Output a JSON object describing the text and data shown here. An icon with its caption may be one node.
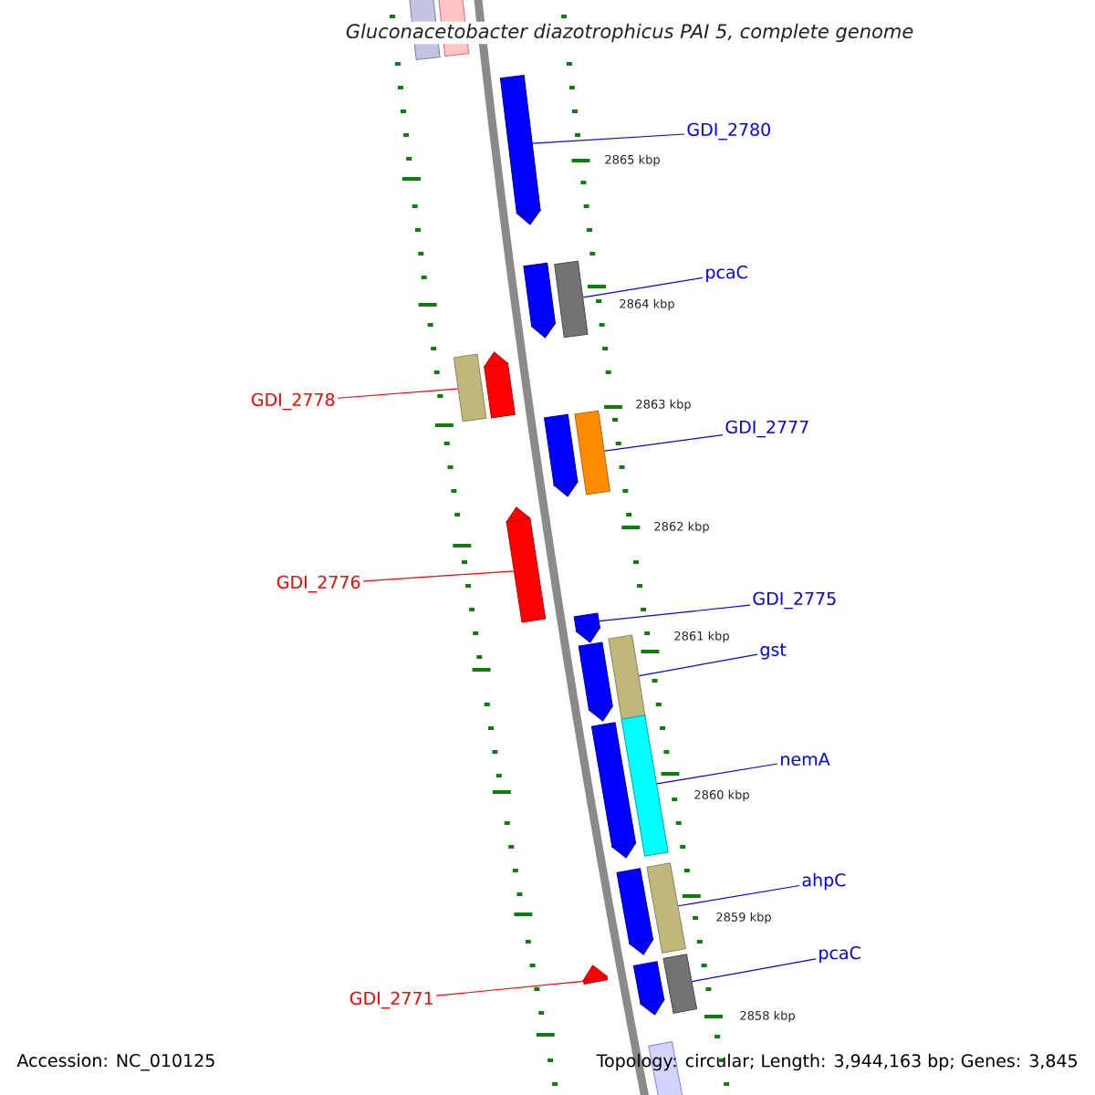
{
  "diagram": {
    "title": "Gluconacetobacter diazotrophicus PAI 5, complete genome",
    "nodes": [
      {
        "text": [],
        "shape": "bar"
      },
      {
        "text": [],
        "shape": "bar"
      },
      {
        "text": [],
        "shape": "bar"
      },
      {
        "text": [],
        "shape": "bar"
      },
      {
        "text": [],
        "shape": "bar"
      },
      {
        "text": [],
        "shape": "bar"
      },
      {
        "text": [],
        "shape": "bar"
      },
      {
        "text": [],
        "shape": "bar"
      },
      {
        "text": [],
        "shape": "bar"
      },
      {
        "text": [],
        "shape": "bar"
      },
      {
        "text": [],
        "shape": "bar"
      },
      {
        "text": [],
        "shape": "bar"
      },
      {
        "text": [],
        "shape": "bar"
      },
      {
        "text": [],
        "shape": "bar"
      },
      {
        "text": [],
        "shape": "bar"
      },
      {
        "text": [],
        "shape": "bar"
      },
      {
        "text": [],
        "shape": "bar"
      },
      {
        "text": [],
        "shape": "bar"
      },
      {
        "text": [],
        "shape": "bar"
      },
      {
        "text": [],
        "shape": "bar"
      },
      {
        "text": [],
        "shape": "bar"
      },
      {
        "text": [
          "GDI_2780"
        ]
      },
      {
        "text": [
          "pcaC"
        ]
      },
      {
        "text": [
          "GDI_2778"
        ]
      },
      {
        "text": [
          "GDI_2777"
        ]
      },
      {
        "text": [
          "GDI_2776"
        ]
      },
      {
        "text": [
          "GDI_2775"
        ]
      },
      {
        "text": [
          "gst"
        ]
      },
      {
        "text": [
          "nemA"
        ]
      },
      {
        "text": [
          "ahpC"
        ]
      },
      {
        "text": [
          "pcaC"
        ]
      },
      {
        "text": [
          "GDI_2771"
        ]
      }
    ],
    "edges": [
      {
        "from": 21,
        "to": 2,
        "arrow": "none"
      },
      {
        "from": 22,
        "to": 4,
        "arrow": "none"
      },
      {
        "from": 23,
        "to": 5,
        "arrow": "none",
        "color": "#ff0000"
      },
      {
        "from": 24,
        "to": 8,
        "arrow": "none"
      },
      {
        "from": 25,
        "to": 9,
        "arrow": "none",
        "color": "#ff0000"
      },
      {
        "from": 26,
        "to": 10,
        "arrow": "none"
      },
      {
        "from": 27,
        "to": 12,
        "arrow": "none"
      },
      {
        "from": 28,
        "to": 14,
        "arrow": "none"
      },
      {
        "from": 29,
        "to": 16,
        "arrow": "none"
      },
      {
        "from": 30,
        "to": 19,
        "arrow": "none"
      },
      {
        "from": 31,
        "to": 17,
        "arrow": "none",
        "color": "#ff0000"
      }
    ],
    "labels": [
      "2865 kbp",
      "2864 kbp",
      "2863 kbp",
      "2862 kbp",
      "2861 kbp",
      "2860 kbp",
      "2859 kbp",
      "2858 kbp",
      "Accession: NC_010125",
      "Topology: circular; Length: 3,944,163 bp; Genes: 3,845"
    ]
  }
}
